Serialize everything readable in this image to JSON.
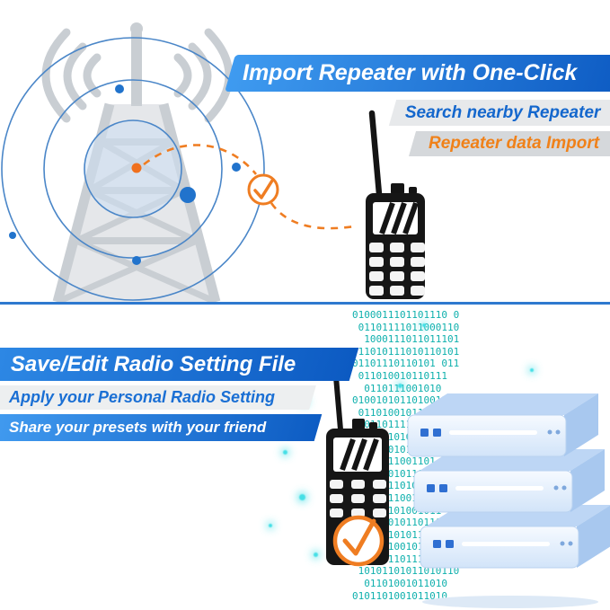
{
  "top_section": {
    "headline": "Import Repeater with One-Click",
    "feature_search": "Search nearby Repeater",
    "feature_import": "Repeater data Import"
  },
  "bottom_section": {
    "headline": "Save/Edit Radio Setting File",
    "feature_apply": "Apply your Personal Radio Setting",
    "feature_share": "Share your presets with your friend"
  },
  "binary": {
    "lines": [
      "0100011101101110 0",
      " 01101111011000110",
      "  1000111011011101",
      " 11010111010110101",
      "01101110110101 011",
      " 011010010110111",
      "  0110111001010",
      "01001010110100110",
      " 0110100101101100",
      "  011011110111001",
      " 101011010110101",
      "0110100101101110",
      " 0110111001101",
      "  10010101101001",
      "0110101101011010",
      " 011011100110100",
      "  0101101001011",
      "01101001011011010",
      " 1010110101101001",
      "  011010010110110",
      "0110111101110010",
      " 10101101011010110",
      "  01101001011010",
      "0101101001011010"
    ]
  },
  "colors": {
    "banner_blue_light": "#3f9bf0",
    "banner_blue_dark": "#0a57c0",
    "accent_orange": "#f08119",
    "check_orange": "#ef7d22",
    "feature_blue_text": "#1467cd",
    "binary_teal": "#0fb0ad",
    "divider_blue": "#2e79cf",
    "server_light_blue": "#d2e4f9",
    "coverage_circle_blue": "#4a86c8",
    "tower_gray": "#c9ced3",
    "radio_black": "#161616"
  }
}
